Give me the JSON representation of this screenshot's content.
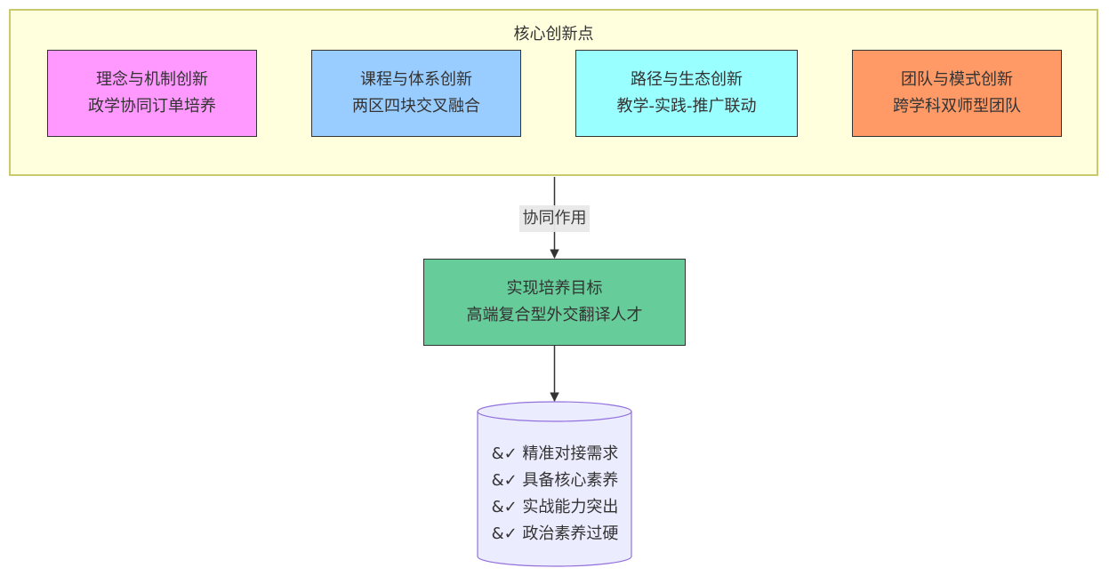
{
  "cluster": {
    "title": "核心创新点",
    "nodes": [
      {
        "id": "idea",
        "line1": "理念与机制创新",
        "line2": "政学协同订单培养",
        "color": "#ff99ff"
      },
      {
        "id": "curriculum",
        "line1": "课程与体系创新",
        "line2": "两区四块交叉融合",
        "color": "#99ccff"
      },
      {
        "id": "path",
        "line1": "路径与生态创新",
        "line2": "教学-实践-推广联动",
        "color": "#99ffff"
      },
      {
        "id": "team",
        "line1": "团队与模式创新",
        "line2": "跨学科双师型团队",
        "color": "#ff9966"
      }
    ]
  },
  "edges": [
    {
      "from": "核心创新点",
      "to": "实现培养目标",
      "label": "协同作用"
    },
    {
      "from": "实现培养目标",
      "to": "outcomes",
      "label": ""
    }
  ],
  "goal": {
    "line1": "实现培养目标",
    "line2": "高端复合型外交翻译人才",
    "color": "#66cc99"
  },
  "outcomes": {
    "color": "#ececff",
    "items": [
      "&✓ 精准对接需求",
      "&✓ 具备核心素养",
      "&✓ 实战能力突出",
      "&✓ 政治素养过硬"
    ]
  }
}
